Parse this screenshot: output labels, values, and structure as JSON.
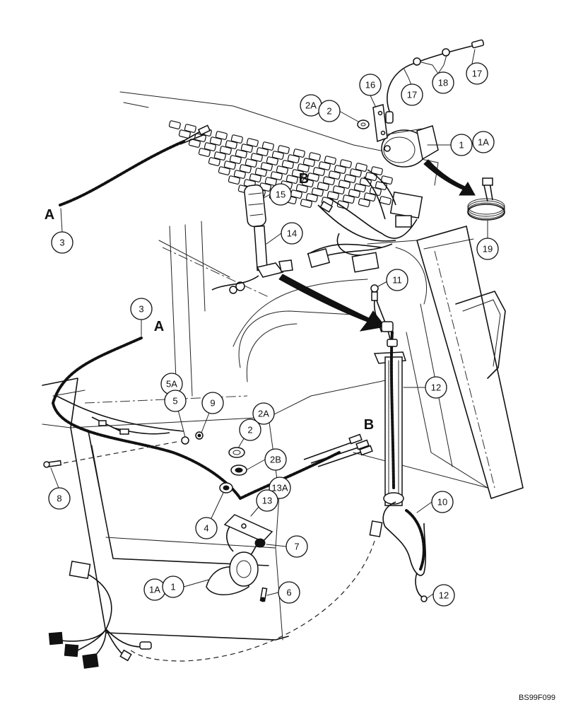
{
  "figure_id": "BS99F099",
  "section_markers": {
    "a_top": "A",
    "a_mid": "A",
    "b_top": "B",
    "b_mid": "B"
  },
  "callouts": {
    "c1_top": "1",
    "c1a_top": "1A",
    "c2a_top": "2A",
    "c2_top": "2",
    "c16": "16",
    "c17_right": "17",
    "c17_left": "17",
    "c18": "18",
    "c19": "19",
    "c15": "15",
    "c14": "14",
    "c3_top": "3",
    "c3_mid": "3",
    "c11": "11",
    "c12_upper": "12",
    "c12_lower": "12",
    "c10": "10",
    "c5a": "5A",
    "c5": "5",
    "c9": "9",
    "c2a_mid": "2A",
    "c2_mid": "2",
    "c2b": "2B",
    "c8": "8",
    "c4": "4",
    "c13a": "13A",
    "c13": "13",
    "c7": "7",
    "c1a_bottom": "1A",
    "c1_bottom": "1",
    "c6": "6"
  }
}
